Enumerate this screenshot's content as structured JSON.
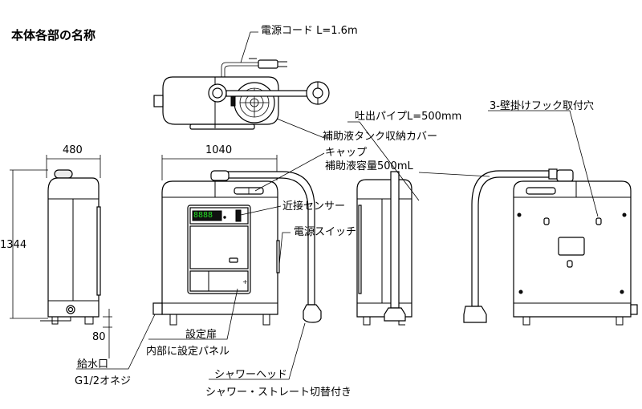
{
  "title": "本体各部の名称",
  "dimensions": {
    "side_width": "480",
    "front_width": "1040",
    "height": "1344",
    "foot_height": "80"
  },
  "labels": {
    "power_cord": "電源コード L=1.6m",
    "tank_cover": "補助液タンク収納カバー",
    "cap_line1": "キャップ",
    "cap_line2": "補助液容量500mL",
    "outlet_pipe": "吐出パイプL=500mm",
    "wall_hook": "3-壁掛けフック取付穴",
    "proximity_sensor": "近接センサー",
    "power_switch": "電源スイッチ",
    "setting_door_line1": "設定扉",
    "setting_door_line2": "内部に設定パネル",
    "water_inlet_line1": "給水口",
    "water_inlet_line2": "G1/2オネジ",
    "shower_head_line1": "シャワーヘッド",
    "shower_head_line2": "シャワー・ストレート切替付き"
  },
  "display": {
    "segment_readout": "8888",
    "segment_color": "#22dd22"
  }
}
